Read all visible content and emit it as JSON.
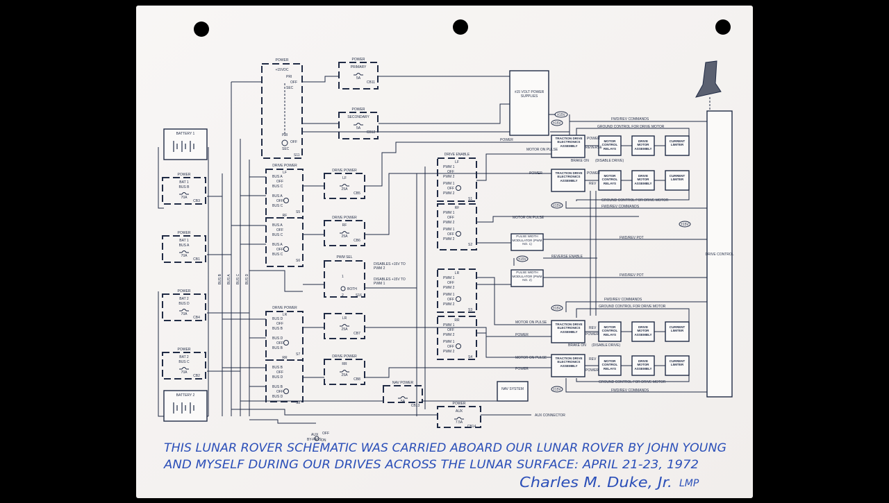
{
  "colors": {
    "paper": "#f6f4f3",
    "ink": "#1f2a44",
    "pen": "#2b4fb8",
    "background": "#000000"
  },
  "breakers": [
    {
      "id": "cb11",
      "header": "POWER",
      "title": "PRIMARY",
      "rating": "5A",
      "code": "CB11"
    },
    {
      "id": "cb12",
      "header": "POWER",
      "title": "SECONDARY",
      "rating": "5A",
      "code": "CB12"
    },
    {
      "id": "cb3",
      "header": "POWER",
      "title": "BAT 1",
      "sub": "BUS B",
      "rating": "70A",
      "code": "CB3"
    },
    {
      "id": "cb1",
      "header": "POWER",
      "title": "BAT 1",
      "sub": "BUS A",
      "rating": "70A",
      "code": "CB1"
    },
    {
      "id": "cb4",
      "header": "POWER",
      "title": "BAT 2",
      "sub": "BUS D",
      "rating": "70A",
      "code": "CB4"
    },
    {
      "id": "cb2",
      "header": "POWER",
      "title": "BAT 2",
      "sub": "BUS C",
      "rating": "70A",
      "code": "CB2"
    },
    {
      "id": "cb5",
      "header": "DRIVE POWER",
      "title": "LF",
      "rating": "25A",
      "code": "CB5"
    },
    {
      "id": "cb6",
      "header": "DRIVE POWER",
      "title": "RF",
      "rating": "25A",
      "code": "CB6"
    },
    {
      "id": "cb7",
      "header": "",
      "title": "LR",
      "rating": "25A",
      "code": "CB7"
    },
    {
      "id": "cb8",
      "header": "DRIVE POWER",
      "title": "RR",
      "rating": "25A",
      "code": "CB8"
    },
    {
      "id": "cb13",
      "header": "NAV POWER",
      "title": "",
      "rating": "5A",
      "code": "CB13"
    },
    {
      "id": "cb14",
      "header": "POWER",
      "title": "AUX",
      "rating": "7.5A",
      "code": "CB14"
    }
  ],
  "power_switch": {
    "header": "POWER",
    "title": "+15VDC",
    "positions": [
      "PRI",
      "OFF",
      "SEC"
    ],
    "lower": [
      "PRI",
      "OFF",
      "SEC"
    ],
    "code": "S11"
  },
  "drive_power_switches": [
    {
      "header": "DRIVE POWER",
      "code": "S5",
      "top": "LF",
      "bottom": "RF",
      "lines": [
        "BUS A",
        "OFF",
        "BUS C",
        "BUS A",
        "OFF",
        "BUS C"
      ]
    },
    {
      "code": "S6",
      "lines": [
        "BUS A",
        "OFF",
        "BUS C",
        "BUS A",
        "OFF",
        "BUS C"
      ]
    },
    {
      "header": "DRIVE POWER",
      "code": "S7",
      "top": "LR",
      "bottom": "RR",
      "lines": [
        "BUS D",
        "OFF",
        "BUS B",
        "BUS D",
        "OFF",
        "BUS B"
      ]
    },
    {
      "code": "S8",
      "lines": [
        "BUS B",
        "OFF",
        "BUS D",
        "BUS B",
        "OFF",
        "BUS D"
      ]
    }
  ],
  "pwm_switches": [
    {
      "header": "DRIVE ENABLE",
      "top": "LF",
      "code": "S1",
      "lines": [
        "PWM 1",
        "OFF",
        "PWM 2",
        "PWM 1",
        "OFF",
        "PWM 2"
      ]
    },
    {
      "top": "RF",
      "code": "S2",
      "lines": [
        "PWM 1",
        "OFF",
        "PWM 2",
        "PWM 1",
        "OFF",
        "PWM 2"
      ]
    },
    {
      "top": "LR",
      "code": "S3",
      "lines": [
        "PWM 1",
        "OFF",
        "PWM 2",
        "PWM 1",
        "OFF",
        "PWM 2"
      ]
    },
    {
      "top": "RR",
      "code": "S4",
      "lines": [
        "PWM 1",
        "OFF",
        "PWM 2",
        "PWM 1",
        "OFF",
        "PWM 2"
      ]
    }
  ],
  "pwm_sel": {
    "title": "PWM SEL",
    "lines": [
      "1",
      "BOTH",
      "2"
    ],
    "code": "S16",
    "note1": "DISABLES +15V TO PWM 2",
    "note2": "DISABLES +15V TO PWM 1"
  },
  "batteries": [
    {
      "label": "BATTERY 1"
    },
    {
      "label": "BATTERY 2"
    }
  ],
  "bus_labels": [
    "BUS B",
    "BUS A",
    "BUS C",
    "BUS D"
  ],
  "power_supply": {
    "label": "±15 VOLT POWER SUPPLIES",
    "tag": "±15V"
  },
  "nav_system": "NAV SYSTEM",
  "aux_connector": "AUX CONNECTOR",
  "aux_bypass": [
    "AUX",
    "BY-PASS",
    "OFF",
    "ON"
  ],
  "pwm_modulators": [
    "PULSE WIDTH MODULATOR (PWM NO. 1)",
    "PULSE WIDTH MODULATOR (PWM NO. 2)"
  ],
  "tde": "TRACTION DRIVE ELECTRONICS ASSEMBLY",
  "relays": "MOTOR CONTROL RELAYS",
  "motor": "DRIVE MOTOR ASSEMBLY",
  "limiter": "CURRENT LIMITER",
  "signals": {
    "fwd_rev_commands": "FWD/REV COMMANDS",
    "ground_control": "GROUND CONTROL FOR DRIVE MOTOR",
    "power": "POWER",
    "reverse": "REVERSE",
    "rev": "REV",
    "brake_on": "BRAKE ON",
    "disable_drive": "(DISABLE DRIVE)",
    "motor_on_pulse": "MOTOR ON PULSE",
    "fwd_rev_pot": "FWD/REV POT",
    "reverse_enable": "REVERSE ENABLE",
    "v15": "±15V"
  },
  "drive_control": "DRIVE CONTROL",
  "inscription": {
    "line1": "THIS LUNAR ROVER SCHEMATIC WAS CARRIED ABOARD OUR LUNAR ROVER BY JOHN YOUNG",
    "line2": "AND MYSELF DURING OUR DRIVES ACROSS THE LUNAR SURFACE: APRIL 21-23, 1972",
    "signature": "Charles M. Duke, Jr.",
    "suffix": "LMP"
  }
}
